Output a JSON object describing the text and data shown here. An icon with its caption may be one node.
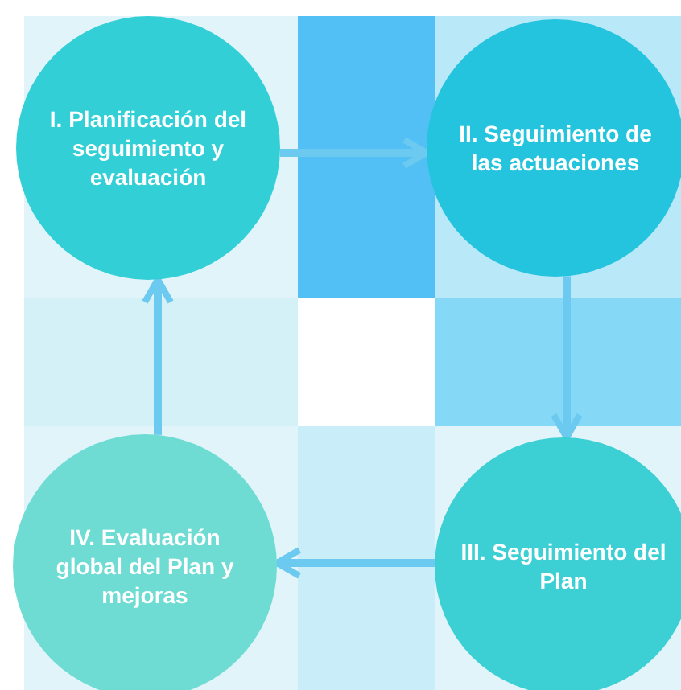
{
  "diagram": {
    "nodes": [
      {
        "text": [
          "I. Planificación del seguimiento y evaluación"
        ]
      },
      {
        "text": [
          "II. Seguimiento de las actuaciones"
        ]
      },
      {
        "text": [
          "IV. Evaluación global del Plan y mejoras"
        ]
      },
      {
        "text": [
          "III. Seguimiento del Plan"
        ]
      }
    ],
    "edges": [
      {
        "from": 0,
        "to": 1,
        "arrow": "to"
      },
      {
        "from": 1,
        "to": 3,
        "arrow": "to"
      },
      {
        "from": 3,
        "to": 2,
        "arrow": "to"
      },
      {
        "from": 2,
        "to": 0,
        "arrow": "to"
      }
    ]
  }
}
